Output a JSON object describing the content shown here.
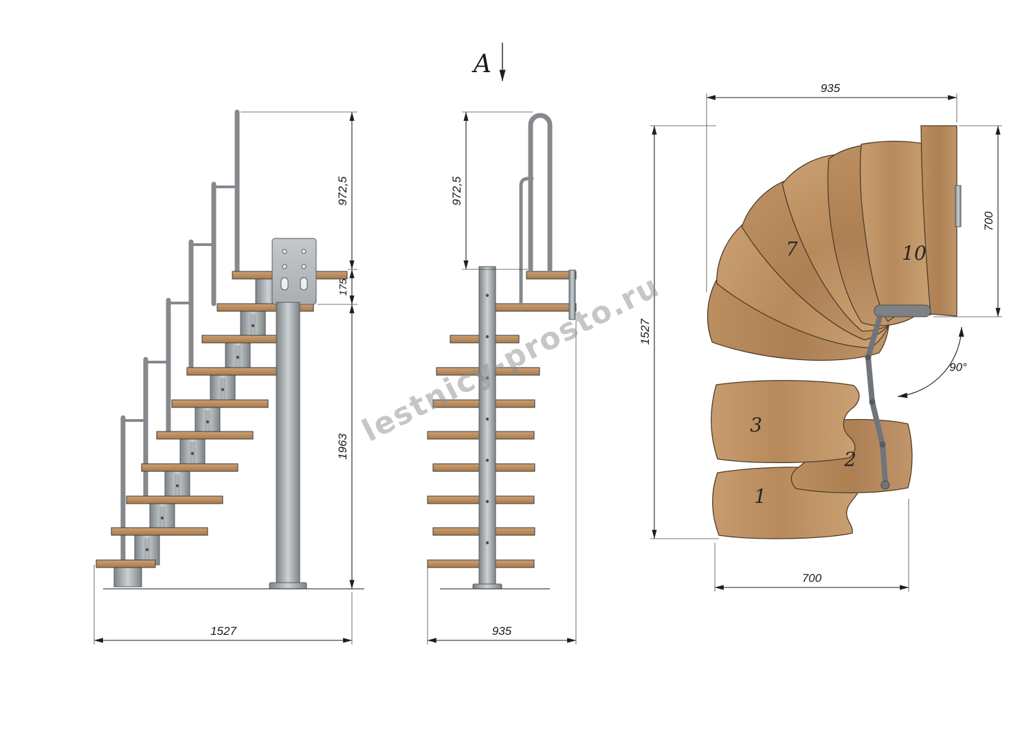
{
  "watermark": {
    "text": "lestnicy-prosto.ru"
  },
  "section_marker": {
    "label": "A"
  },
  "side_view": {
    "dim_rail_height": "972,5",
    "dim_platform_gap": "175",
    "dim_total_height": "1963",
    "dim_run_length": "1527"
  },
  "front_view": {
    "dim_rail_height": "972,5",
    "dim_width": "935"
  },
  "plan_view": {
    "dim_top_width": "935",
    "dim_landing_depth": "700",
    "dim_total_depth": "1527",
    "dim_flight_width": "700",
    "dim_turn_angle": "90°",
    "steps": {
      "s1": "1",
      "s2": "2",
      "s3": "3",
      "s7": "7",
      "s10": "10"
    }
  },
  "colors": {
    "wood_light": "#cda274",
    "wood_dark": "#a87c50",
    "metal": "#9aa0a5",
    "outline": "#2e2e2e",
    "watermark": "#8e8e8e"
  }
}
